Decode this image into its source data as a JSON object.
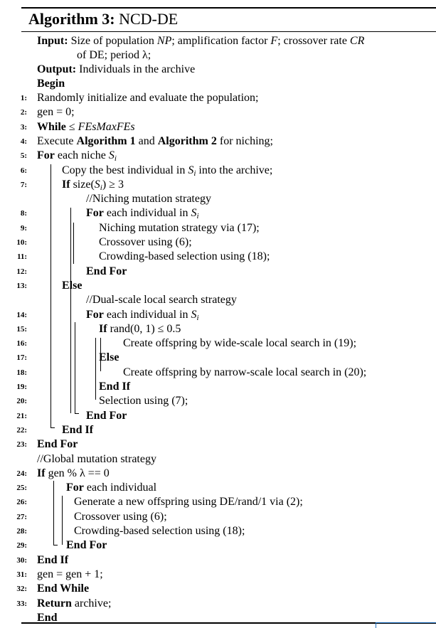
{
  "title": {
    "label": "Algorithm 3:",
    "name": "NCD-DE"
  },
  "header": {
    "input": {
      "label": "Input:",
      "parts": [
        "Size of population ",
        "NP",
        "; amplification factor ",
        "F",
        "; crossover rate ",
        "CR"
      ],
      "cont": "of DE; period λ;"
    },
    "output": {
      "label": "Output:",
      "text": "Individuals in the archive"
    },
    "begin": "Begin"
  },
  "lines": [
    {
      "n": "1:",
      "t": "Randomly initialize and evaluate the population;"
    },
    {
      "n": "2:",
      "t": "gen = 0;"
    },
    {
      "n": "3:",
      "kw": "While",
      "v1": "FEs",
      "t1": " ≤ ",
      "v2": "MaxFEs"
    },
    {
      "n": "4:",
      "t1": "Execute ",
      "b1": "Algorithm 1",
      "t2": " and ",
      "b2": "Algorithm 2",
      "t3": " for niching;"
    },
    {
      "n": "5:",
      "kw": "For",
      "t1": " each niche ",
      "v": "S",
      "s": "i"
    },
    {
      "n": "6:",
      "t1": "Copy the best individual in ",
      "v": "S",
      "s": "i",
      "t2": " into the archive;"
    },
    {
      "n": "7:",
      "kw": "If",
      "t1": " size(",
      "v": "S",
      "s": "i",
      "t2": ") ≥ 3"
    },
    {
      "t": "//Niching mutation strategy"
    },
    {
      "n": "8:",
      "kw": "For",
      "t1": " each individual in ",
      "v": "S",
      "s": "i"
    },
    {
      "n": "9:",
      "t": "Niching mutation strategy via (17);"
    },
    {
      "n": "10:",
      "t": "Crossover using (6);"
    },
    {
      "n": "11:",
      "t": "Crowding-based selection using (18);"
    },
    {
      "n": "12:",
      "kw": "End For"
    },
    {
      "n": "13:",
      "kw": "Else"
    },
    {
      "t": "//Dual-scale local search strategy"
    },
    {
      "n": "14:",
      "kw": "For",
      "t1": " each individual in ",
      "v": "S",
      "s": "i"
    },
    {
      "n": "15:",
      "kw": "If",
      "t1": " rand(0, 1) ≤ 0.5"
    },
    {
      "n": "16:",
      "t": "Create offspring by wide-scale local search in (19);"
    },
    {
      "n": "17:",
      "kw": "Else"
    },
    {
      "n": "18:",
      "t": "Create offspring by narrow-scale local search in (20);"
    },
    {
      "n": "19:",
      "kw": "End If"
    },
    {
      "n": "20:",
      "t": "Selection using (7);"
    },
    {
      "n": "21:",
      "kw": "End For"
    },
    {
      "n": "22:",
      "kw": "End If"
    },
    {
      "n": "23:",
      "kw": "End For"
    },
    {
      "t": "//Global mutation strategy"
    },
    {
      "n": "24:",
      "kw": "If",
      "t1": " gen % λ == 0"
    },
    {
      "n": "25:",
      "kw": "For",
      "t1": " each individual"
    },
    {
      "n": "26:",
      "t": "Generate a new offspring using DE/rand/1 via (2);"
    },
    {
      "n": "27:",
      "t": "Crossover using (6);"
    },
    {
      "n": "28:",
      "t": "Crowding-based selection using (18);"
    },
    {
      "n": "29:",
      "kw": "End For"
    },
    {
      "n": "30:",
      "kw": "End If"
    },
    {
      "n": "31:",
      "t": "gen = gen + 1;"
    },
    {
      "n": "32:",
      "kw": "End While"
    },
    {
      "n": "33:",
      "kw": "Return",
      "t1": " archive;"
    },
    {
      "kw": "End"
    }
  ]
}
